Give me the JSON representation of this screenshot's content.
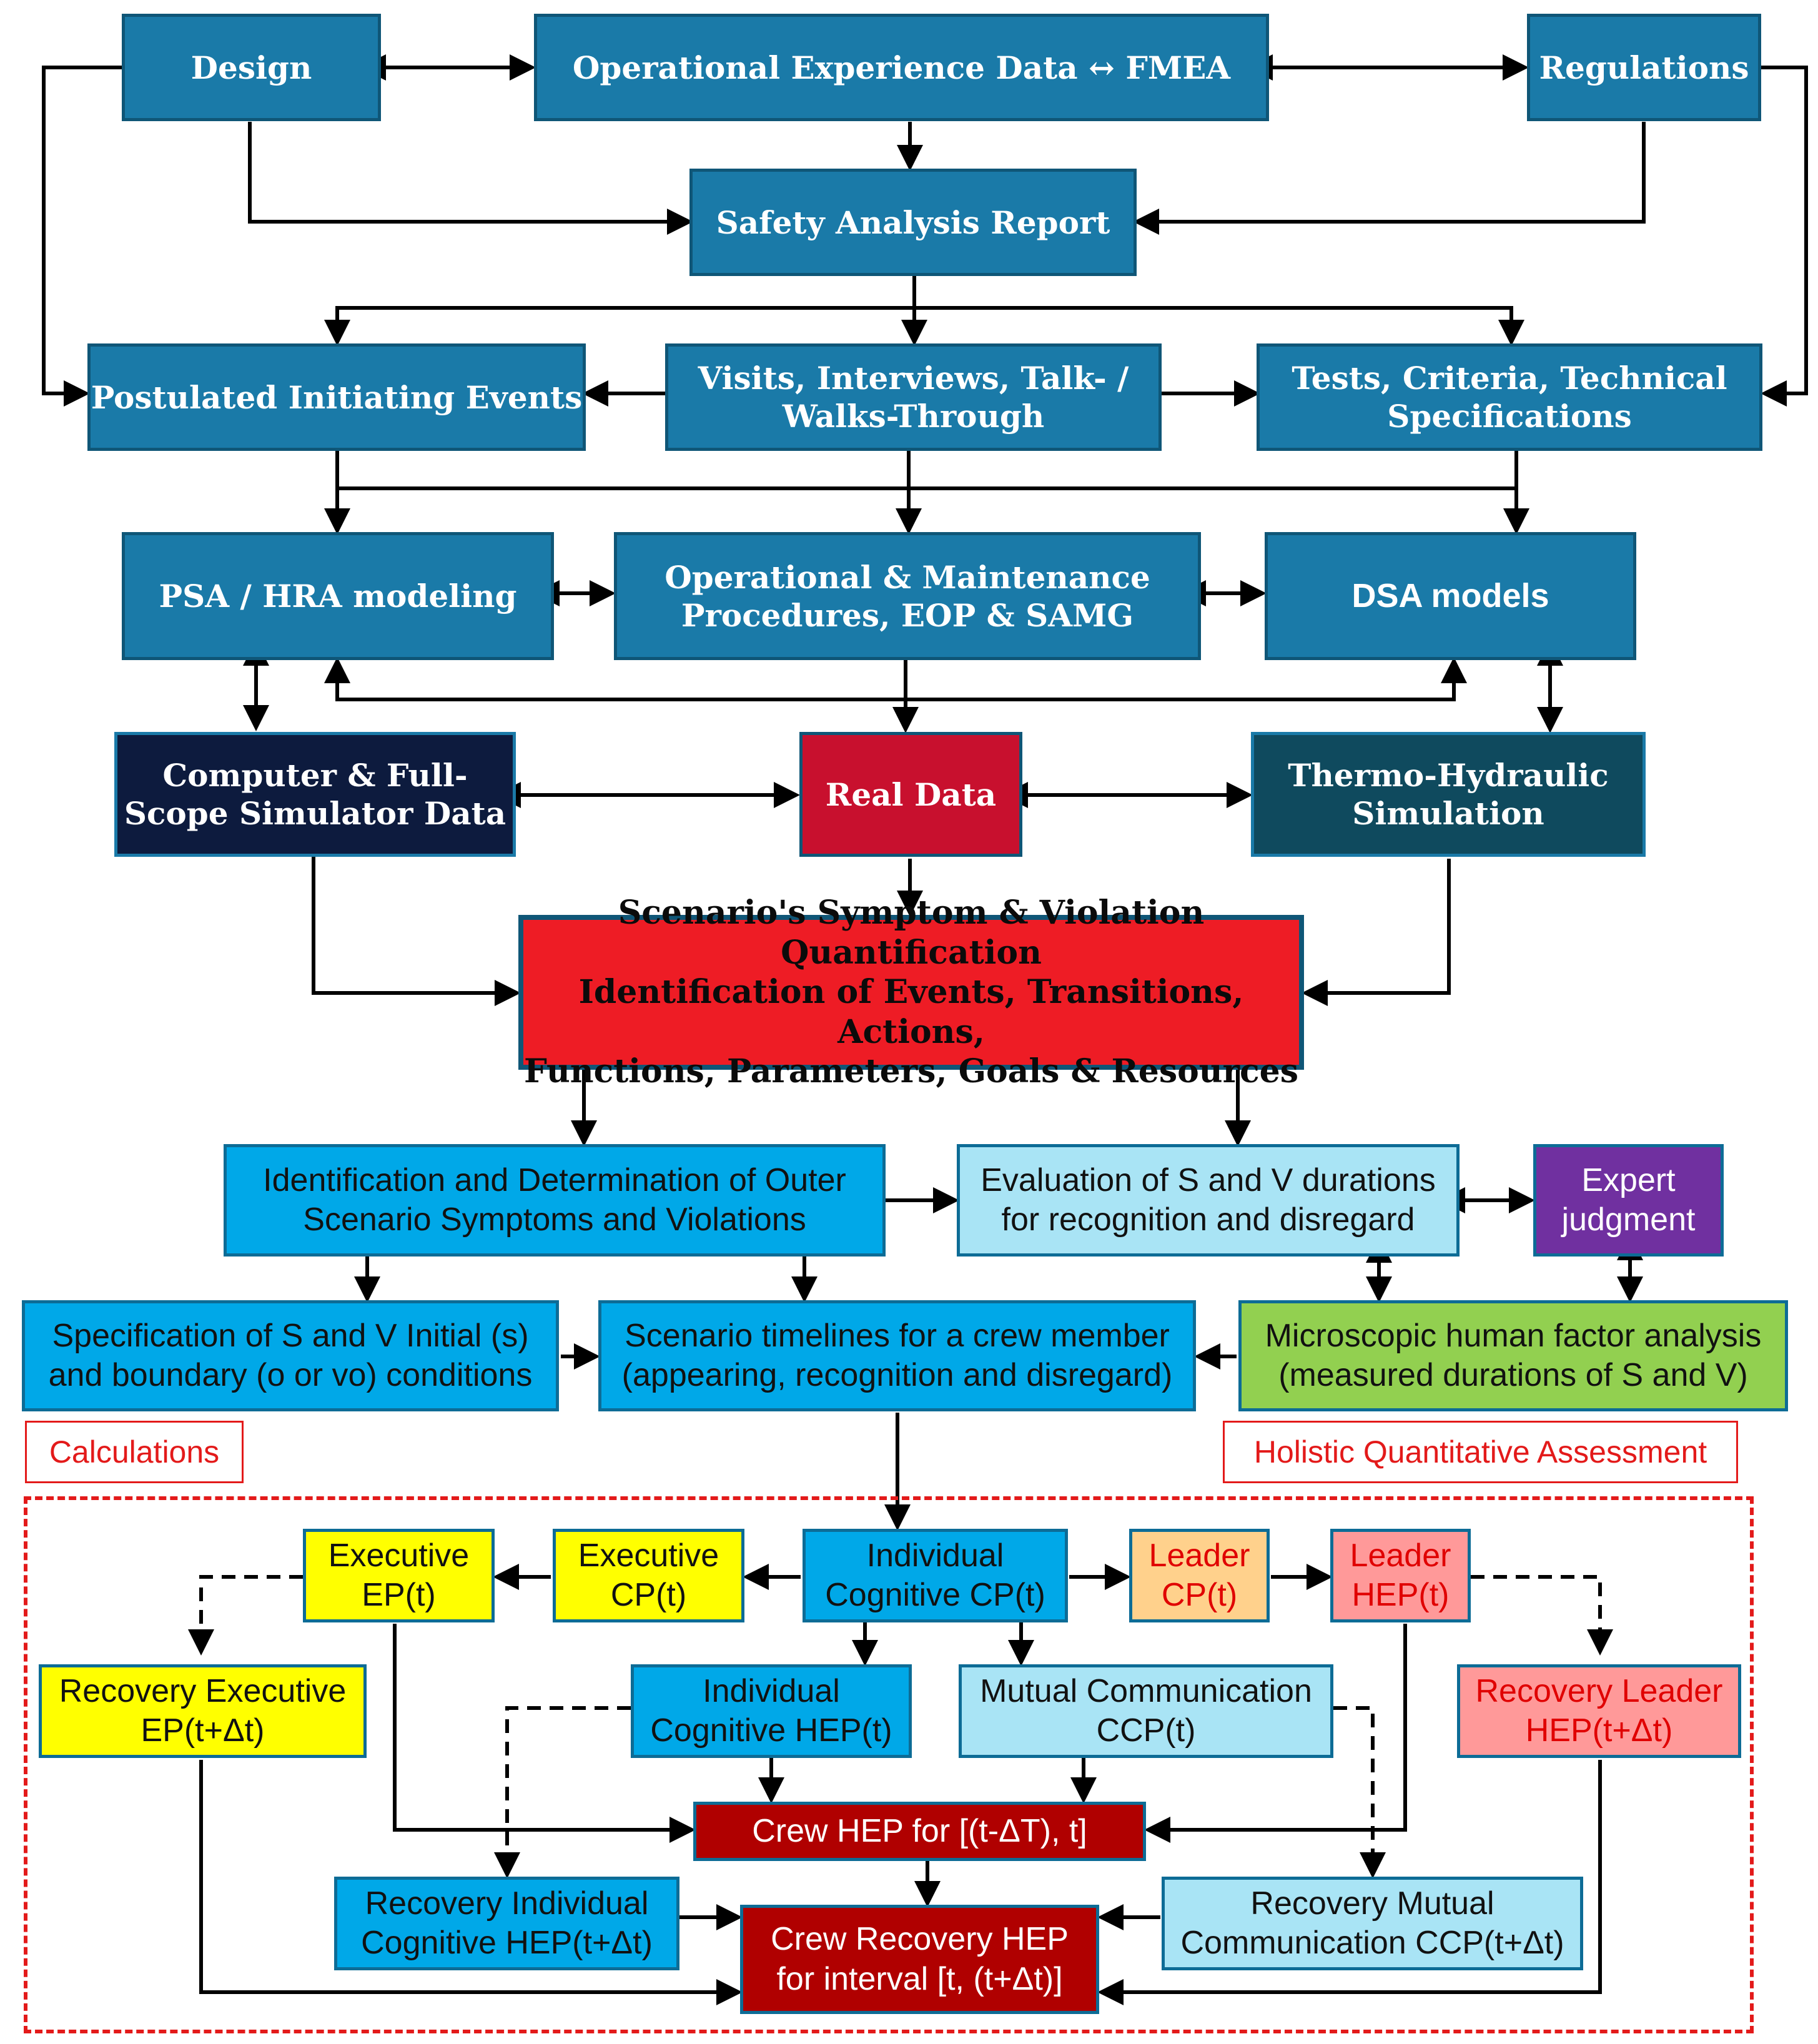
{
  "colors": {
    "teal": "#1a7aa8",
    "navy": "#0d1b3e",
    "dark_teal": "#0f4a5e",
    "real_data_red": "#c8102e",
    "quantification_red": "#ee1c25",
    "sky_blue": "#00a8e8",
    "light_blue": "#a9e4f5",
    "purple": "#7030a0",
    "green": "#92d050",
    "yellow": "#ffff00",
    "peach": "#ffd18c",
    "pink": "#ff9999",
    "dark_red": "#b00000",
    "label_red": "#e31a1a"
  },
  "nodes": {
    "design": [
      "Design"
    ],
    "oed_fmea": [
      "Operational Experience Data ↔ FMEA"
    ],
    "regulations": [
      "Regulations"
    ],
    "sar": [
      "Safety Analysis Report"
    ],
    "pie": [
      "Postulated Initiating Events"
    ],
    "visits": [
      "Visits,  Interviews, Talk- /",
      "Walks-Through"
    ],
    "tests": [
      "Tests, Criteria, Technical",
      "Specifications"
    ],
    "psa": [
      "PSA / HRA modeling"
    ],
    "procedures": [
      "Operational  & Maintenance",
      "Procedures, EOP & SAMG"
    ],
    "dsa": [
      "DSA models"
    ],
    "simulator": [
      "Computer & Full-",
      "Scope Simulator Data"
    ],
    "real_data": [
      "Real Data"
    ],
    "thermo": [
      "Thermo-Hydraulic",
      "Simulation"
    ],
    "quantification": [
      "Scenario's Symptom & Violation Quantification",
      "Identification of Events, Transitions, Actions,",
      "Functions, Parameters, Goals & Resources"
    ],
    "outer": [
      "Identification and Determination of Outer",
      "Scenario Symptoms and Violations"
    ],
    "evaluation": [
      "Evaluation of S and V durations",
      "for recognition and disregard"
    ],
    "expert": [
      "Expert",
      "judgment"
    ],
    "specification": [
      "Specification of S and V Initial (s)",
      "and boundary (o or vo)  conditions"
    ],
    "timelines": [
      "Scenario timelines for a crew member",
      "(appearing, recognition and disregard)"
    ],
    "microscopic": [
      "Microscopic human factor analysis",
      "(measured durations of S and V)"
    ],
    "calculations": [
      "Calculations"
    ],
    "holistic": [
      "Holistic Quantitative Assessment"
    ],
    "exec_ep": [
      "Executive",
      "EP(t)"
    ],
    "exec_cp": [
      "Executive",
      "CP(t)"
    ],
    "indiv_cp": [
      "Individual",
      "Cognitive CP(t)"
    ],
    "leader_cp": [
      "Leader",
      "CP(t)"
    ],
    "leader_hep": [
      "Leader",
      "HEP(t)"
    ],
    "rec_exec": [
      "Recovery Executive",
      "EP(t+Δt)"
    ],
    "indiv_hep": [
      "Individual",
      "Cognitive HEP(t)"
    ],
    "mutual_ccp": [
      "Mutual Communication",
      "CCP(t)"
    ],
    "rec_leader": [
      "Recovery Leader",
      "HEP(t+Δt)"
    ],
    "crew_hep": [
      "Crew HEP for [(t-ΔT), t]"
    ],
    "rec_indiv": [
      "Recovery Individual",
      "Cognitive HEP(t+Δt)"
    ],
    "crew_rec": [
      "Crew Recovery HEP",
      "for interval [t, (t+Δt)]"
    ],
    "rec_mutual": [
      "Recovery Mutual",
      "Communication CCP(t+Δt)"
    ]
  }
}
